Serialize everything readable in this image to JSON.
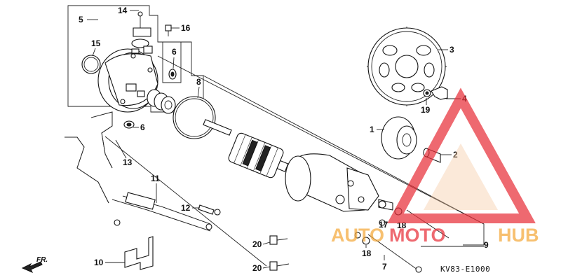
{
  "callouts": {
    "p1": "1",
    "p2": "2",
    "p3": "3",
    "p4": "4",
    "p5": "5",
    "p6a": "6",
    "p6b": "6",
    "p7": "7",
    "p8": "8",
    "p9": "9",
    "p10": "10",
    "p11": "11",
    "p12": "12",
    "p13": "13",
    "p14": "14",
    "p15": "15",
    "p16": "16",
    "p17": "17",
    "p18a": "18",
    "p18b": "18",
    "p19": "19",
    "p20a": "20",
    "p20b": "20"
  },
  "diagram_code": "KV83-E1000",
  "direction_label": "FR.",
  "watermark": {
    "part1": "AUTO",
    "part2": "MOTO",
    "part3": "HUB",
    "color_red": "#e8303a",
    "color_orange": "#f4a83a"
  }
}
